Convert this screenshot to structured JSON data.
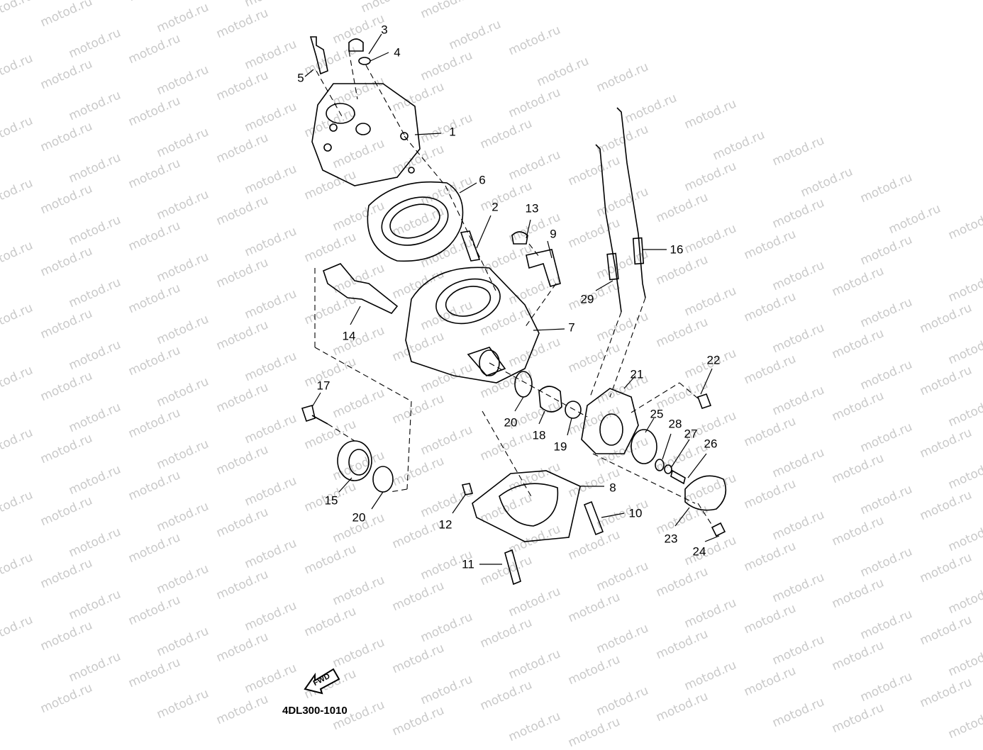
{
  "watermark": {
    "text": "motod.ru",
    "color": "#c9c9c9"
  },
  "diagram_code": "4DL300-1010",
  "direction_badge": {
    "label": "FWD"
  },
  "callouts": [
    "1",
    "2",
    "3",
    "4",
    "5",
    "6",
    "7",
    "8",
    "9",
    "10",
    "11",
    "12",
    "13",
    "14",
    "15",
    "16",
    "17",
    "18",
    "19",
    "20",
    "20",
    "21",
    "22",
    "23",
    "24",
    "25",
    "26",
    "27",
    "28",
    "29"
  ],
  "colors": {
    "line": "#000000",
    "background": "#ffffff"
  }
}
